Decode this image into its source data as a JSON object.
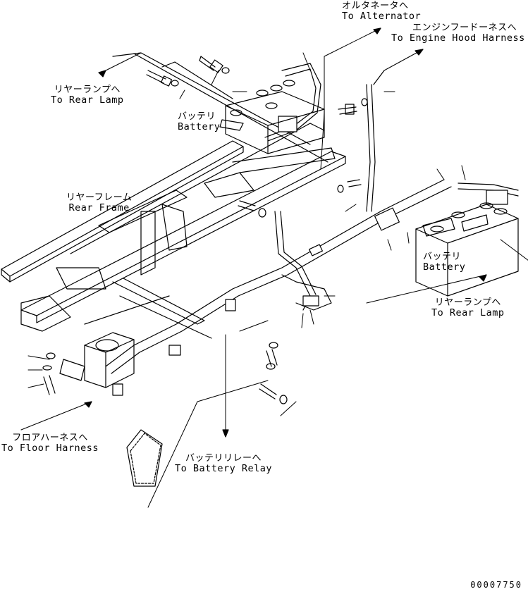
{
  "labels": {
    "alternator": {
      "jp": "オルタネータへ",
      "en": "To Alternator"
    },
    "engine_hood": {
      "jp": "エンジンフードーネスへ",
      "en": "To Engine Hood  Harness"
    },
    "rear_lamp_left": {
      "jp": "リヤーランプへ",
      "en": "To Rear Lamp"
    },
    "battery_left": {
      "jp": "バッテリ",
      "en": "Battery"
    },
    "rear_frame": {
      "jp": "リヤーフレーム",
      "en": "Rear Frame"
    },
    "battery_right": {
      "jp": "バッテリ",
      "en": "Battery"
    },
    "rear_lamp_right": {
      "jp": "リヤーランプへ",
      "en": "To Rear Lamp"
    },
    "floor_harness": {
      "jp": "フロアハーネスへ",
      "en": "To Floor Harness"
    },
    "battery_relay": {
      "jp": "バッテリリレーへ",
      "en": "To Battery Relay"
    }
  },
  "drawing_code": "00007750"
}
